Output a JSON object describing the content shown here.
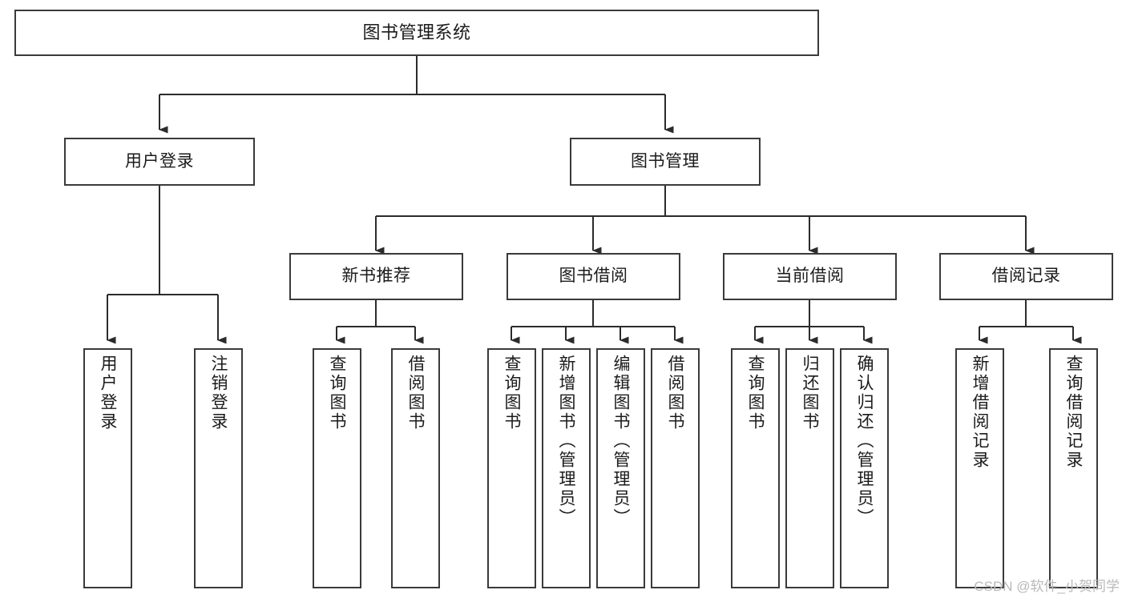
{
  "diagram": {
    "title": "图书管理系统",
    "type": "tree",
    "colors": {
      "box_stroke": "#3a3a3a",
      "box_fill": "#ffffff",
      "connector": "#2b2b2b",
      "text": "#1b1b1b",
      "watermark": "#b9b9b9",
      "background": "#ffffff"
    },
    "root": {
      "label": "图书管理系统"
    },
    "level2": [
      {
        "label": "用户登录"
      },
      {
        "label": "图书管理"
      }
    ],
    "level3": [
      {
        "label": "新书推荐"
      },
      {
        "label": "图书借阅"
      },
      {
        "label": "当前借阅"
      },
      {
        "label": "借阅记录"
      }
    ],
    "leaves": {
      "user_login": [
        {
          "label": "用户登录"
        },
        {
          "label": "注销登录"
        }
      ],
      "new_book_recommend": [
        {
          "label": "查询图书"
        },
        {
          "label": "借阅图书"
        }
      ],
      "book_borrow": [
        {
          "label": "查询图书"
        },
        {
          "label": "新增图书（管理员）"
        },
        {
          "label": "编辑图书（管理员）"
        },
        {
          "label": "借阅图书"
        }
      ],
      "current_borrow": [
        {
          "label": "查询图书"
        },
        {
          "label": "归还图书"
        },
        {
          "label": "确认归还（管理员）"
        }
      ],
      "borrow_record": [
        {
          "label": "新增借阅记录"
        },
        {
          "label": "查询借阅记录"
        }
      ]
    }
  },
  "watermark": {
    "text": "CSDN @软件_小贺同学"
  }
}
